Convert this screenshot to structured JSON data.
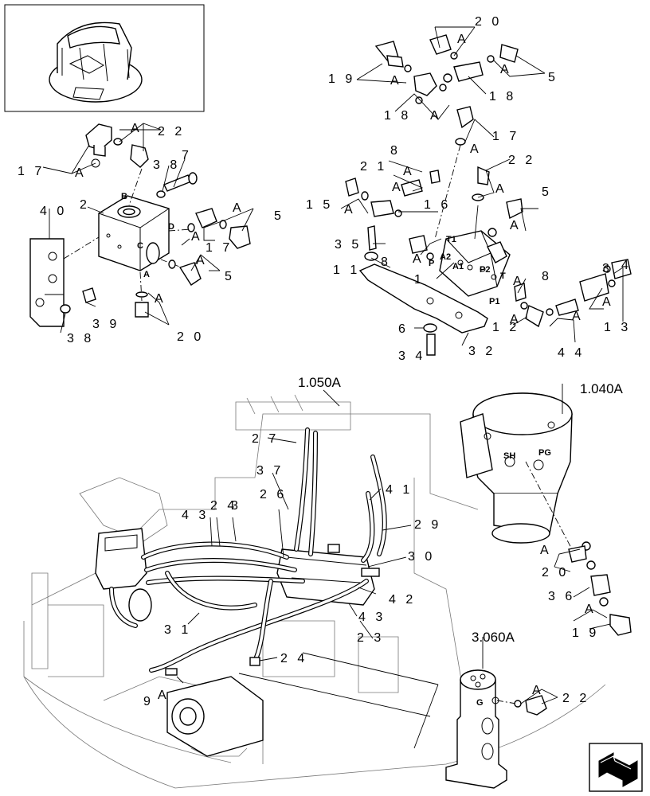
{
  "labels": {
    "n40": "4 0",
    "n2a": "2",
    "n17a": "1 7",
    "nA1": "A",
    "n22a": "2 2",
    "n38a": "3 8",
    "n7": "7",
    "nB": "B",
    "nD": "D",
    "nC": "C",
    "nAport": "A",
    "nA2": "A",
    "n5a": "5",
    "nA3": "A",
    "n17b": "1 7",
    "nA4": "A",
    "n5b": "5",
    "n39": "3 9",
    "n38b": "3 8",
    "nA5": "A",
    "n20a": "2 0",
    "n20b": "2 0",
    "nA6": "A",
    "n19a": "1 9",
    "nA7": "A",
    "n5c": "5",
    "nA8": "A",
    "n18a": "1 8",
    "n18b": "1 8",
    "nA9": "A",
    "n17c": "1 7",
    "nA10": "A",
    "n8a": "8",
    "n21": "2 1",
    "nA11": "A",
    "nA12": "A",
    "n22b": "2 2",
    "nA13": "A",
    "n15": "1 5",
    "nA14": "A",
    "nA15": "A",
    "n16": "1 6",
    "n5d": "5",
    "nA16": "A",
    "n35": "3 5",
    "nT1": "T1",
    "nA2p": "A2",
    "nP2": "P2",
    "nA1p": "A1",
    "nP": "P",
    "nT": "T",
    "nP1": "P1",
    "n8b": "8",
    "nA17": "A",
    "n11": "1 1",
    "n1": "1",
    "n8c": "8",
    "nA18": "A",
    "n4a": "4",
    "n3a": "3",
    "nA19": "A",
    "nA20": "A",
    "n13": "1 3",
    "n6": "6",
    "n12": "1 2",
    "nA21": "A",
    "n44": "4 4",
    "n34": "3 4",
    "n32": "3 2",
    "ref1050": "1.050A",
    "ref1040": "1.040A",
    "ref3060": "3.060A",
    "n27": "2 7",
    "n37": "3 7",
    "n41": "4 1",
    "n43a": "4 3",
    "n24a": "2 4",
    "n3b": "3",
    "n26": "2 6",
    "n29": "2 9",
    "n30": "3 0",
    "n42": "4 2",
    "n43b": "4 3",
    "n31": "3 1",
    "n23": "2 3",
    "n24b": "2 4",
    "n9": "9",
    "nA22": "A",
    "nSH": "SH",
    "nPG": "PG",
    "nA23": "A",
    "n20c": "2 0",
    "n36": "3 6",
    "nA24": "A",
    "n19b": "1 9",
    "nG": "G",
    "nA25": "A",
    "n22c": "2 2"
  }
}
